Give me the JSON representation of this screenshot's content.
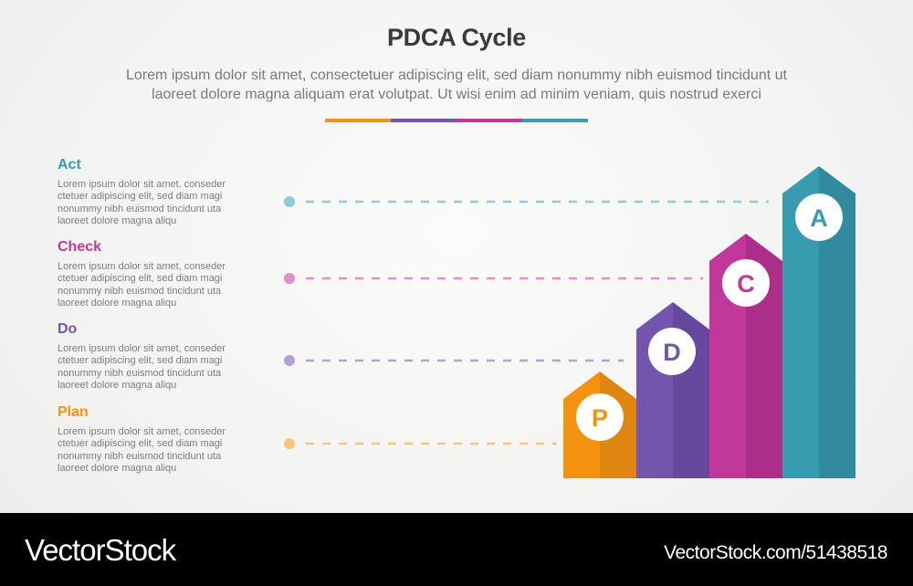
{
  "header": {
    "title": "PDCA Cycle",
    "subtitle_line1": "Lorem ipsum dolor sit amet, consectetuer adipiscing elit, sed diam nonummy nibh euismod tincidunt ut",
    "subtitle_line2": "laoreet dolore magna aliquam erat volutpat. Ut wisi enim ad minim veniam, quis nostrud exerci",
    "divider_colors": [
      "#f59310",
      "#7355ae",
      "#c2379a",
      "#379cb0"
    ]
  },
  "steps": [
    {
      "title": "Act",
      "letter": "A",
      "color": "#379cb0",
      "text": [
        "Lorem ipsum dolor sit amet, conseder",
        "ctetuer adipiscing elit, sed diam magi",
        "nonummy nibh euismod tincidunt uta",
        "laoreet dolore magna aliqu"
      ]
    },
    {
      "title": "Check",
      "letter": "C",
      "color": "#c2379a",
      "text": [
        "Lorem ipsum dolor sit amet, conseder",
        "ctetuer adipiscing elit, sed diam magi",
        "nonummy nibh euismod tincidunt uta",
        "laoreet dolore magna aliqu"
      ]
    },
    {
      "title": "Do",
      "letter": "D",
      "color": "#7355ae",
      "text": [
        "Lorem ipsum dolor sit amet, conseder",
        "ctetuer adipiscing elit, sed diam magi",
        "nonummy nibh euismod tincidunt uta",
        "laoreet dolore magna aliqu"
      ]
    },
    {
      "title": "Plan",
      "letter": "P",
      "color": "#f59310",
      "text": [
        "Lorem ipsum dolor sit amet, conseder",
        "ctetuer adipiscing elit, sed diam magi",
        "nonummy nibh euismod tincidunt uta",
        "laoreet dolore magna aliqu"
      ]
    }
  ],
  "chart_data": {
    "type": "bar",
    "title": "PDCA Cycle",
    "categories": [
      "Plan",
      "Do",
      "Check",
      "Act"
    ],
    "labels": [
      "P",
      "D",
      "C",
      "A"
    ],
    "values": [
      1,
      2,
      3,
      4
    ],
    "colors": [
      "#f59310",
      "#7355ae",
      "#c2379a",
      "#379cb0"
    ],
    "xlabel": "",
    "ylabel": ""
  },
  "footer": {
    "logo": "VectorStock",
    "url": "VectorStock.com/51438518"
  }
}
